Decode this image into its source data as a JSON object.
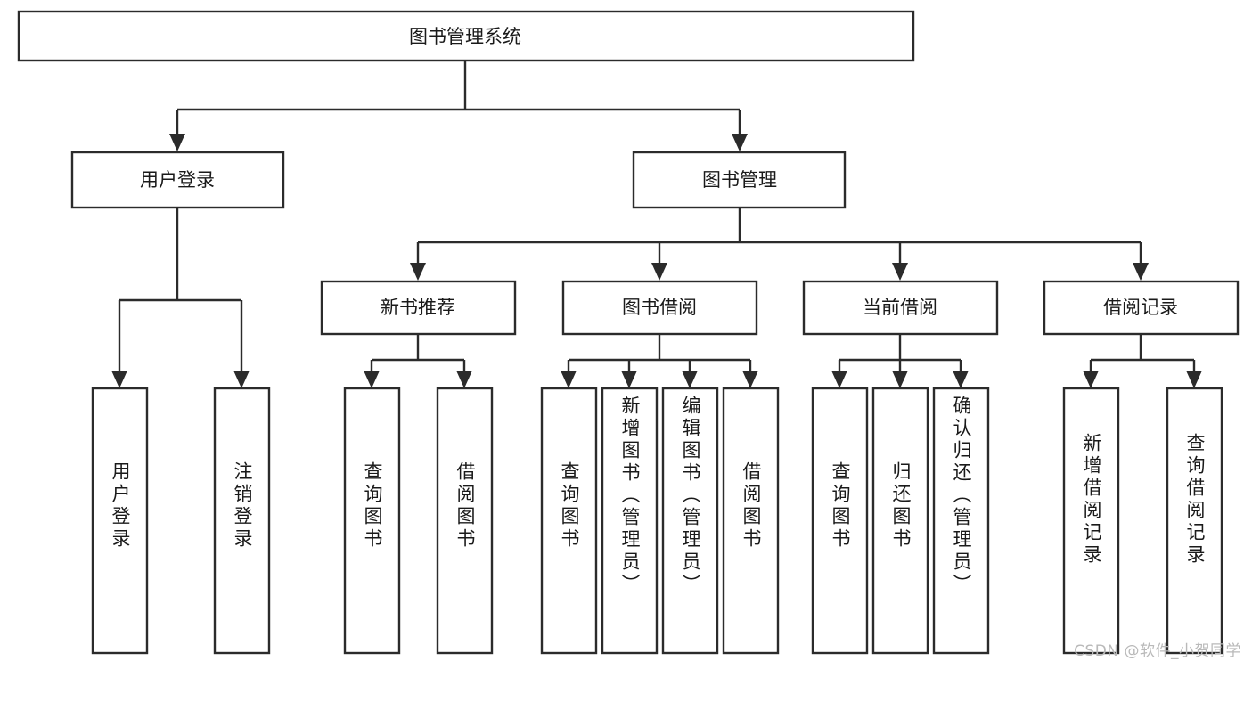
{
  "diagram": {
    "type": "tree",
    "title": "图书管理系统",
    "orientation": "top-down",
    "edge_style": "orthogonal-with-arrowheads",
    "colors": {
      "box_fill": "#ffffff",
      "box_stroke": "#2b2b2b",
      "text": "#1a1a1a",
      "background": "#ffffff",
      "watermark": "#b9b9b9"
    },
    "root": {
      "label": "图书管理系统"
    },
    "level2": [
      {
        "label": "用户登录"
      },
      {
        "label": "图书管理"
      }
    ],
    "level3": [
      {
        "label": "新书推荐"
      },
      {
        "label": "图书借阅"
      },
      {
        "label": "当前借阅"
      },
      {
        "label": "借阅记录"
      }
    ],
    "leaves": {
      "user_login": [
        {
          "label": "用户登录"
        },
        {
          "label": "注销登录"
        }
      ],
      "new_book_recommend": [
        {
          "label": "查询图书"
        },
        {
          "label": "借阅图书"
        }
      ],
      "book_borrow": [
        {
          "label": "查询图书"
        },
        {
          "label": "新增图书（管理员）"
        },
        {
          "label": "编辑图书（管理员）"
        },
        {
          "label": "借阅图书"
        }
      ],
      "current_borrow": [
        {
          "label": "查询图书"
        },
        {
          "label": "归还图书"
        },
        {
          "label": "确认归还（管理员）"
        }
      ],
      "borrow_record": [
        {
          "label": "新增借阅记录"
        },
        {
          "label": "查询借阅记录"
        }
      ]
    }
  },
  "watermark": {
    "text": "CSDN @软件_小贺同学"
  }
}
